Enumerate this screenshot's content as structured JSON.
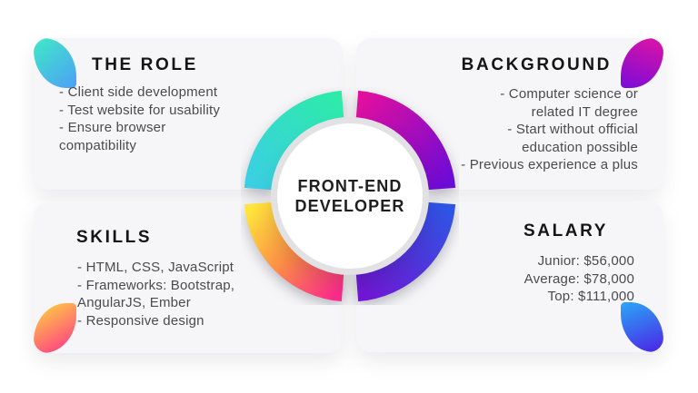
{
  "center": {
    "line1": "FRONT-END",
    "line2": "DEVELOPER"
  },
  "cards": {
    "role": {
      "title": "THE ROLE",
      "lines": [
        "- Client side development",
        "- Test website for usability",
        "- Ensure browser",
        "compatibility"
      ]
    },
    "background": {
      "title": "BACKGROUND",
      "lines": [
        "- Computer science or",
        "related IT degree",
        "- Start without official",
        "education possible",
        "- Previous experience a plus"
      ]
    },
    "skills": {
      "title": "SKILLS",
      "lines": [
        "- HTML, CSS, JavaScript",
        "- Frameworks: Bootstrap,",
        "AngularJS, Ember",
        "- Responsive design"
      ]
    },
    "salary": {
      "title": "SALARY",
      "lines": [
        "Junior: $56,000",
        "Average: $78,000",
        "Top: $111,000"
      ]
    }
  },
  "colors": {
    "page_bg": "#ffffff",
    "card_bg": "#f6f6f8",
    "heading_text": "#151517",
    "body_text": "#4b4b4f",
    "hub_rim": "#e2e2e5",
    "ring": {
      "tl": [
        "#2DEBA8",
        "#3BCFE4"
      ],
      "tr": [
        "#E00F9E",
        "#6C0BD6"
      ],
      "bl": [
        "#FFE43C",
        "#FF8F47",
        "#FF2D8C"
      ],
      "br": [
        "#2F55E4",
        "#7217D8"
      ]
    },
    "petals": {
      "tl": [
        "#40EAC4",
        "#4C9FF8"
      ],
      "tr": [
        "#DF14A4",
        "#7A0BD8"
      ],
      "bl": [
        "#FFDC3C",
        "#FF2D8C"
      ],
      "br": [
        "#2AA7F7",
        "#4C22E6"
      ]
    }
  }
}
